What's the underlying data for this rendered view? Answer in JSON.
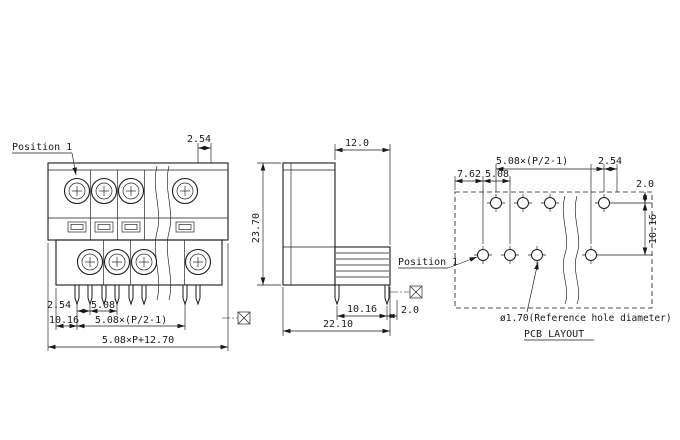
{
  "colors": {
    "ink": "#1a1a1a",
    "background": "#ffffff"
  },
  "front_view": {
    "position_label": "Position 1",
    "dims": {
      "edge_offset_top": "2.54",
      "pin_stagger": "2.54",
      "pitch": "5.08",
      "row_offset": "10.16",
      "row_span": "5.08×(P/2-1)",
      "overall_width": "5.08×P+12.70"
    }
  },
  "side_view": {
    "dims": {
      "top_width": "12.0",
      "height": "23.70",
      "pin_row_spacing": "10.16",
      "pin_to_edge": "2.0",
      "overall_depth": "22.10"
    }
  },
  "pcb_layout": {
    "title": "PCB LAYOUT",
    "position_label": "Position 1",
    "hole_note": "ø1.70(Reference hole diameter)",
    "dims": {
      "row_span": "5.08×(P/2-1)",
      "stagger": "2.54",
      "edge_margin": "2.0",
      "first_hole": "7.62",
      "pitch": "5.08",
      "row_spacing": "10.16"
    }
  }
}
